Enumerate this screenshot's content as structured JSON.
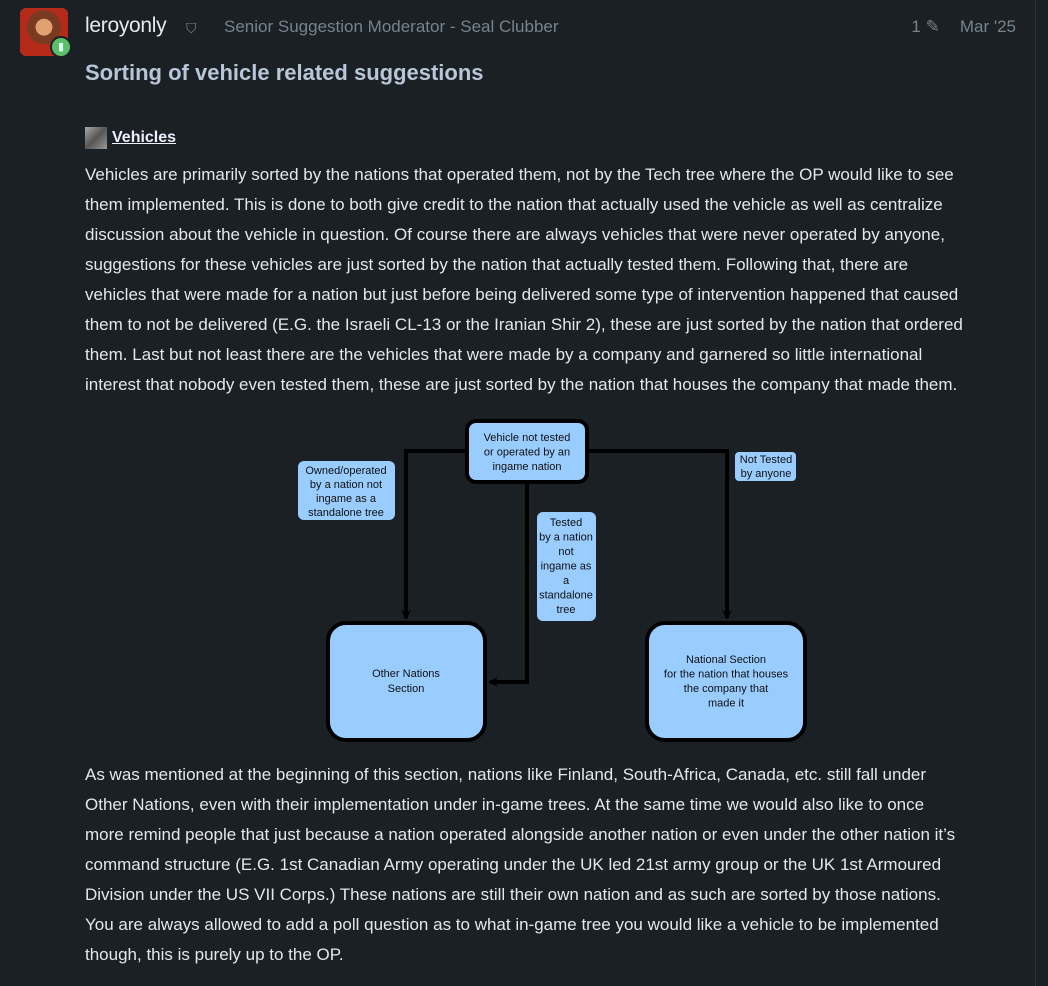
{
  "post": {
    "username": "leroyonly",
    "user_title": "Senior Suggestion Moderator - Seal Clubber",
    "edit_count": "1",
    "date": "Mar '25",
    "heading": "Sorting of vehicle related suggestions",
    "section_link": "Vehicles",
    "paragraph1": [
      "Vehicles are primarily sorted by the nations that operated them, not by the Tech tree where the OP would like to see",
      "them implemented. This is done to both give credit to the nation that actually used the vehicle as well as centralize",
      "discussion about the vehicle in question. Of course there are always vehicles that were never operated by anyone,",
      "suggestions for these vehicles are just sorted by the nation that actually tested them. Following that, there are",
      "vehicles that were made for a nation but just before being delivered some type of intervention happened that caused",
      "them to not be delivered (E.G. the Israeli CL-13 or the Iranian Shir 2), these are just sorted by the nation that ordered",
      "them. Last but not least there are the vehicles that were made by a company and garnered so little international",
      "interest that nobody even tested them, these are just sorted by the nation that houses the company that made them."
    ],
    "paragraph2": [
      "As was mentioned at the beginning of this section, nations like Finland, South-Africa, Canada, etc. still fall under",
      "Other Nations, even with their implementation under in-game trees. At the same time we would also like to once",
      "more remind people that just because a nation operated alongside another nation or even under the other nation it’s",
      "command structure (E.G. 1st Canadian Army operating under the UK led 21st army group or the UK 1st Armoured",
      "Division under the US VII Corps.) These nations are still their own nation and as such are sorted by those nations.",
      "You are always allowed to add a poll question as to what in-game tree you would like a vehicle to be implemented",
      "though, this is purely up to the OP."
    ]
  },
  "diagram": {
    "top": [
      "Vehicle not tested",
      "or operated by an",
      "ingame nation"
    ],
    "label_left": [
      "Owned/operated",
      "by a nation not",
      "ingame as a",
      "standalone tree"
    ],
    "label_middle": [
      "Tested",
      "by a nation",
      "not",
      "ingame as",
      "a",
      "standalone",
      "tree"
    ],
    "label_right": [
      "Not Tested",
      "by anyone"
    ],
    "box_left": [
      "Other Nations",
      "Section"
    ],
    "box_right": [
      "National Section",
      "for the nation that houses",
      "the company that",
      "made it"
    ]
  },
  "colors": {
    "box": "#99ccff",
    "background": "#1b2024"
  }
}
